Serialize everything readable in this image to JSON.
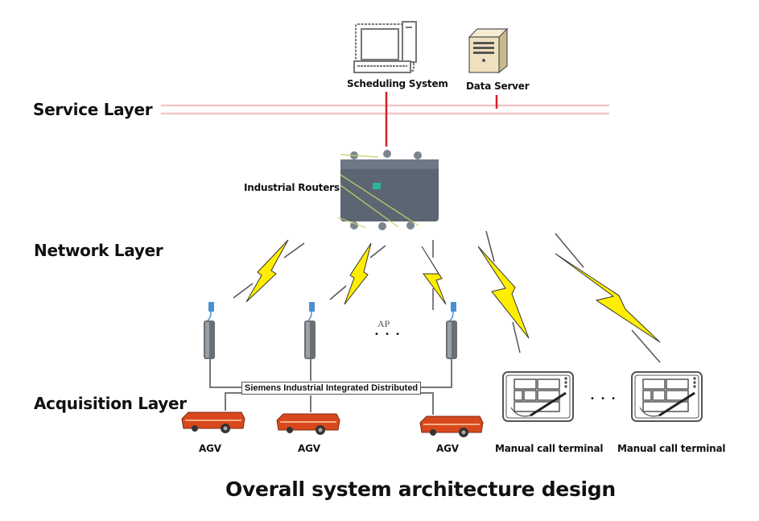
{
  "layers": {
    "service": "Service Layer",
    "network": "Network Layer",
    "acquisition": "Acquisition Layer"
  },
  "service_nodes": {
    "scheduling": "Scheduling System",
    "data_server": "Data Server"
  },
  "network_nodes": {
    "router": "Industrial Routers"
  },
  "acquisition_nodes": {
    "ap_label": "AP",
    "ap_ellipsis": "• • •",
    "bus": "Siemens Industrial Integrated Distributed",
    "agvs": [
      "AGV",
      "AGV",
      "AGV"
    ],
    "terminals": [
      "Manual call terminal",
      "Manual call terminal"
    ],
    "terminal_ellipsis": "• • •"
  },
  "caption": "Overall system architecture design",
  "colors": {
    "bus_line": "#f2c4c8",
    "link_red": "#d4202a",
    "bolt": "#ffee00",
    "agv": "#d9481c"
  }
}
